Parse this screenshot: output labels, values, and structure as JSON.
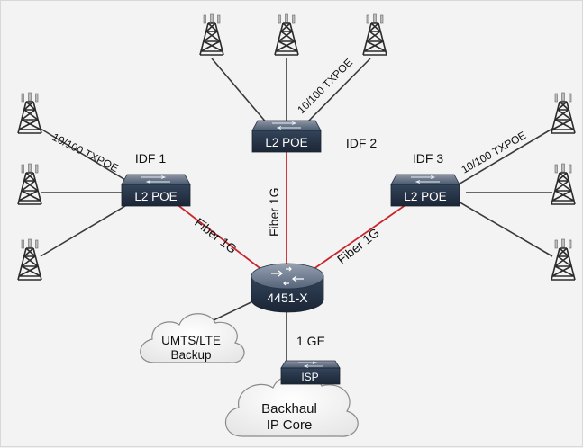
{
  "idf": [
    {
      "name": "IDF 1",
      "switch_label": "L2 POE",
      "access_link_label": "10/100 TXPOE",
      "uplink_label": "Fiber 1G"
    },
    {
      "name": "IDF 2",
      "switch_label": "L2 POE",
      "access_link_label": "10/100 TXPOE",
      "uplink_label": "Fiber 1G"
    },
    {
      "name": "IDF 3",
      "switch_label": "L2 POE",
      "access_link_label": "10/100 TXPOE",
      "uplink_label": "Fiber 1G"
    }
  ],
  "router": {
    "label": "4451-X"
  },
  "wan_link": {
    "label": "1 GE"
  },
  "isp": {
    "label": "ISP"
  },
  "backup_cloud": {
    "line1": "UMTS/LTE",
    "line2": "Backup"
  },
  "core_cloud": {
    "line1": "Backhaul",
    "line2": "IP Core"
  },
  "colors": {
    "fiber": "#c8262c",
    "copper": "#3a3a3a",
    "switch": "#27364a",
    "router": "#2b3a4f"
  },
  "icons": [
    "cell-tower-icon",
    "switch-icon",
    "router-icon",
    "cloud-icon"
  ]
}
